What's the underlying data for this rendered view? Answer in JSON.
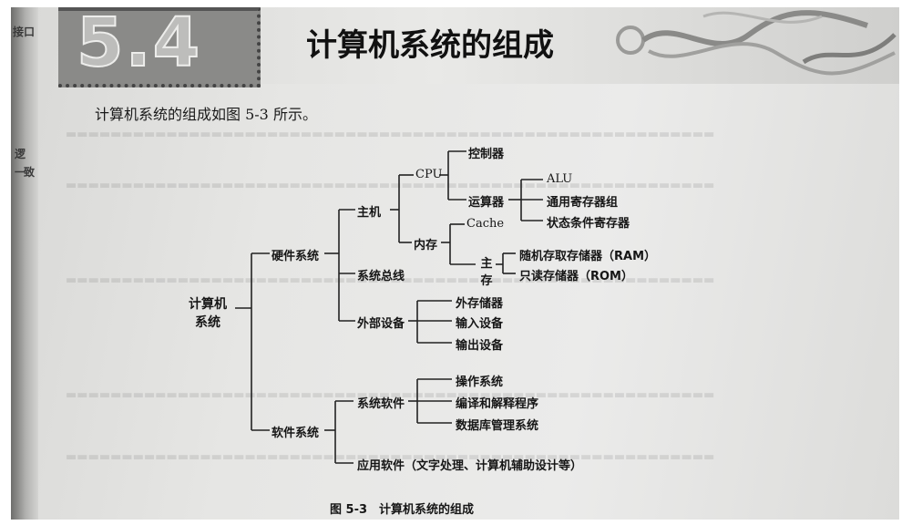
{
  "header": {
    "section_number": "5.4",
    "section_title": "计算机系统的组成"
  },
  "margin_fragments": [
    "接口",
    "逻",
    "一",
    "致"
  ],
  "intro_text": "计算机系统的组成如图 5-3 所示。",
  "diagram": {
    "root_line1": "计算机",
    "root_line2": "系统",
    "hardware": "硬件系统",
    "host": "主机",
    "cpu": "CPU",
    "controller": "控制器",
    "alu_unit": "运算器",
    "alu": "ALU",
    "general_registers": "通用寄存器组",
    "status_registers": "状态条件寄存器",
    "memory": "内存",
    "cache": "Cache",
    "main_mem_char1": "主",
    "main_mem_char2": "存",
    "ram": "随机存取存储器（RAM）",
    "rom": "只读存储器（ROM）",
    "bus": "系统总线",
    "peripherals": "外部设备",
    "external_storage": "外存储器",
    "input_devices": "输入设备",
    "output_devices": "输出设备",
    "software": "软件系统",
    "system_software": "系统软件",
    "os": "操作系统",
    "compilers": "编译和解释程序",
    "dbms": "数据库管理系统",
    "application_software": "应用软件（文字处理、计算机辅助设计等）"
  },
  "caption": "图 5-3　计算机系统的组成"
}
